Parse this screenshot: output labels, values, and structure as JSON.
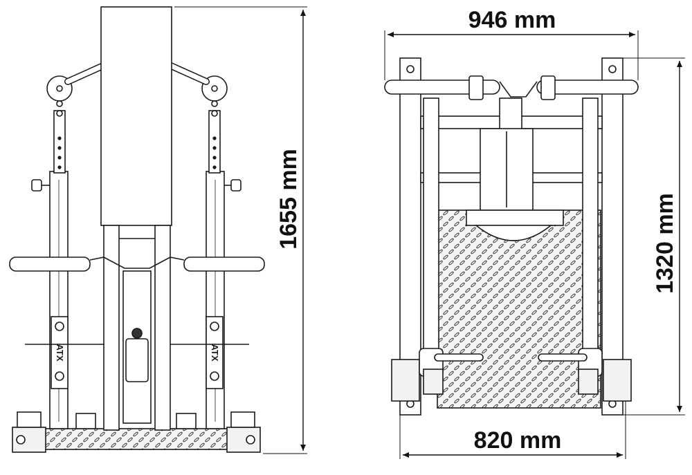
{
  "dimensions": {
    "front_height": "1655 mm",
    "top_width": "946 mm",
    "top_depth": "1320 mm",
    "top_inner_width": "820 mm"
  },
  "branding": {
    "logo_text": "ATX"
  },
  "colors": {
    "line": "#1a1a1a",
    "fill_light": "#f2f2f2",
    "fill_mid": "#d9d9d9",
    "background": "#ffffff"
  }
}
